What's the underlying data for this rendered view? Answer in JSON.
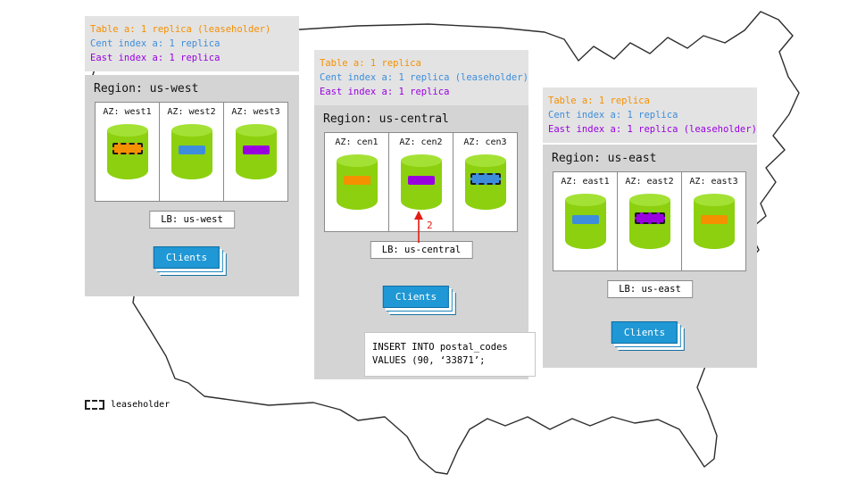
{
  "colors": {
    "orange": "#f59000",
    "blue": "#3d8ddc",
    "purple": "#9900e0",
    "arrow_red": "#e31b12",
    "cylinder_green": "#8cd00f",
    "clients_blue": "#1f98d5"
  },
  "regions": [
    {
      "region_label": "Region: us-west",
      "legend": [
        {
          "text": "Table a: 1 replica (leaseholder)",
          "color": "#f59000"
        },
        {
          "text": "Cent index a: 1 replica",
          "color": "#3d8ddc"
        },
        {
          "text": "East index a: 1 replica",
          "color": "#9900e0"
        }
      ],
      "azs": [
        {
          "label": "AZ: west1",
          "bar_color": "#f59000",
          "leaseholder": true
        },
        {
          "label": "AZ: west2",
          "bar_color": "#3d8ddc",
          "leaseholder": false
        },
        {
          "label": "AZ: west3",
          "bar_color": "#9900e0",
          "leaseholder": false
        }
      ],
      "lb_label": "LB: us-west",
      "clients_label": "Clients"
    },
    {
      "region_label": "Region: us-central",
      "legend": [
        {
          "text": "Table a: 1 replica",
          "color": "#f59000"
        },
        {
          "text": "Cent index a: 1 replica (leaseholder)",
          "color": "#3d8ddc"
        },
        {
          "text": "East index a: 1 replica",
          "color": "#9900e0"
        }
      ],
      "azs": [
        {
          "label": "AZ: cen1",
          "bar_color": "#f59000",
          "leaseholder": false
        },
        {
          "label": "AZ: cen2",
          "bar_color": "#9900e0",
          "leaseholder": false
        },
        {
          "label": "AZ: cen3",
          "bar_color": "#3d8ddc",
          "leaseholder": true
        }
      ],
      "lb_label": "LB: us-central",
      "clients_label": "Clients"
    },
    {
      "region_label": "Region: us-east",
      "legend": [
        {
          "text": "Table a: 1 replica",
          "color": "#f59000"
        },
        {
          "text": "Cent index a: 1 replica",
          "color": "#3d8ddc"
        },
        {
          "text": "East index a: 1 replica (leaseholder)",
          "color": "#9900e0"
        }
      ],
      "azs": [
        {
          "label": "AZ: east1",
          "bar_color": "#3d8ddc",
          "leaseholder": false
        },
        {
          "label": "AZ: east2",
          "bar_color": "#9900e0",
          "leaseholder": true
        },
        {
          "label": "AZ: east3",
          "bar_color": "#f59000",
          "leaseholder": false
        }
      ],
      "lb_label": "LB: us-east",
      "clients_label": "Clients"
    }
  ],
  "annotation": {
    "step_label": "2",
    "sql_line1": "INSERT INTO postal_codes",
    "sql_line2": "VALUES (90, ‘33871’;"
  },
  "footer_key": {
    "label": "leaseholder"
  }
}
